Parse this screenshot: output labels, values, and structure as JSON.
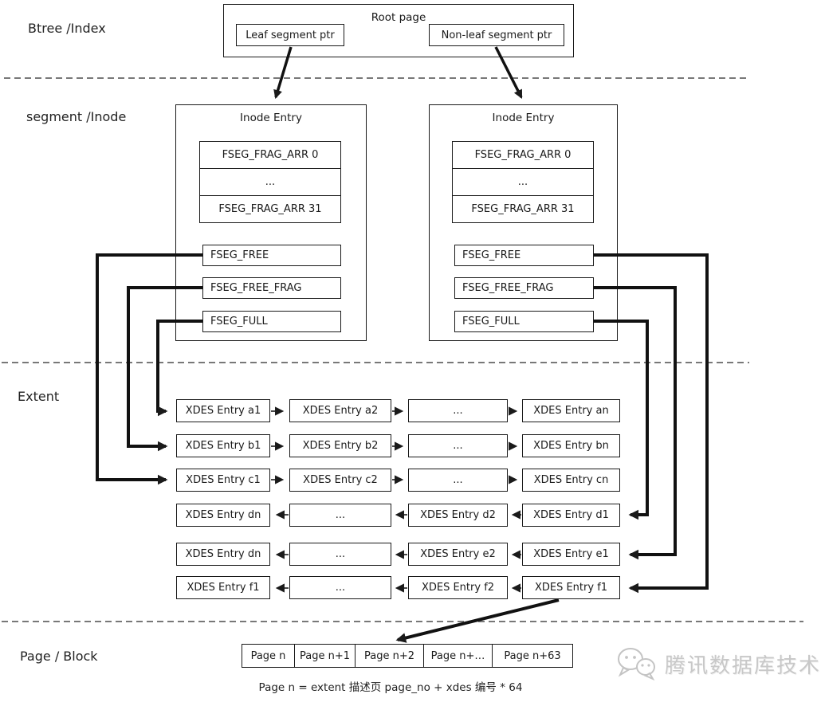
{
  "labels": {
    "btree": "Btree /Index",
    "segment": "segment /Inode",
    "extent": "Extent",
    "page": "Page / Block"
  },
  "root_page": {
    "title": "Root page",
    "leaf_ptr": "Leaf segment ptr",
    "nonleaf_ptr": "Non-leaf segment ptr"
  },
  "inode_left": {
    "title": "Inode Entry",
    "frag_cells": [
      "FSEG_FRAG_ARR 0",
      "...",
      "FSEG_FRAG_ARR 31"
    ],
    "fseg_cells": [
      "FSEG_FREE",
      "FSEG_FREE_FRAG",
      "FSEG_FULL"
    ]
  },
  "inode_right": {
    "title": "Inode Entry",
    "frag_cells": [
      "FSEG_FRAG_ARR 0",
      "...",
      "FSEG_FRAG_ARR 31"
    ],
    "fseg_cells": [
      "FSEG_FREE",
      "FSEG_FREE_FRAG",
      "FSEG_FULL"
    ]
  },
  "extent": {
    "rows": [
      {
        "cells": [
          "XDES Entry a1",
          "XDES Entry a2",
          "...",
          "XDES Entry an"
        ],
        "direction": "right"
      },
      {
        "cells": [
          "XDES Entry b1",
          "XDES Entry b2",
          "...",
          "XDES Entry bn"
        ],
        "direction": "right"
      },
      {
        "cells": [
          "XDES Entry c1",
          "XDES Entry c2",
          "...",
          "XDES Entry cn"
        ],
        "direction": "right"
      },
      {
        "cells": [
          "XDES Entry dn",
          "...",
          "XDES Entry d2",
          "XDES Entry d1"
        ],
        "direction": "left"
      },
      {
        "cells": [
          "XDES Entry dn",
          "...",
          "XDES Entry e2",
          "XDES Entry e1"
        ],
        "direction": "left"
      },
      {
        "cells": [
          "XDES Entry f1",
          "...",
          "XDES Entry f2",
          "XDES Entry f1"
        ],
        "direction": "left"
      }
    ]
  },
  "page_block": {
    "cells": [
      "Page n",
      "Page n+1",
      "Page n+2",
      "Page n+…",
      "Page n+63"
    ],
    "caption": "Page n = extent 描述页 page_no + xdes 编号 * 64"
  },
  "watermark": {
    "icon": "wechat-icon",
    "text": "腾讯数据库技术"
  },
  "colors": {
    "line": "#1a1a1a",
    "dashed_divider": "#666666",
    "watermark_text": "#c8c8c8"
  }
}
